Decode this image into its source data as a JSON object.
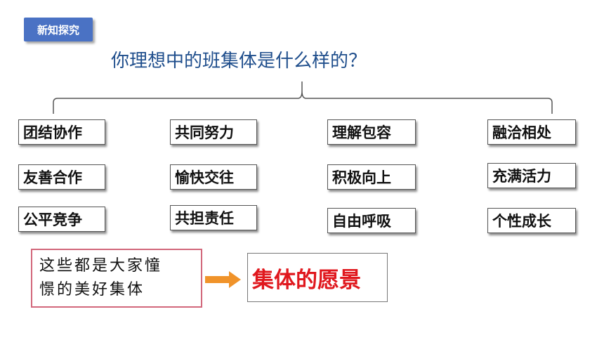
{
  "badge": {
    "label": "新知探究"
  },
  "question": {
    "text": "你理想中的班集体是什么样的？"
  },
  "columns": [
    {
      "items": [
        "团结协作",
        "友善合作",
        "公平竞争"
      ]
    },
    {
      "items": [
        "共同努力",
        "愉快交往",
        "共担责任"
      ]
    },
    {
      "items": [
        "理解包容",
        "积极向上",
        "自由呼吸"
      ]
    },
    {
      "items": [
        "融洽相处",
        "充满活力",
        "个性成长"
      ]
    }
  ],
  "note": {
    "line1": "这些都是大家憧",
    "line2": "憬的美好集体"
  },
  "result": {
    "text": "集体的愿景"
  },
  "colors": {
    "badge_bg": "#4a72c4",
    "question_text": "#1f4e8c",
    "arrow": "#f0932a",
    "note_border": "#d2677b",
    "result_text": "#e0181e"
  }
}
